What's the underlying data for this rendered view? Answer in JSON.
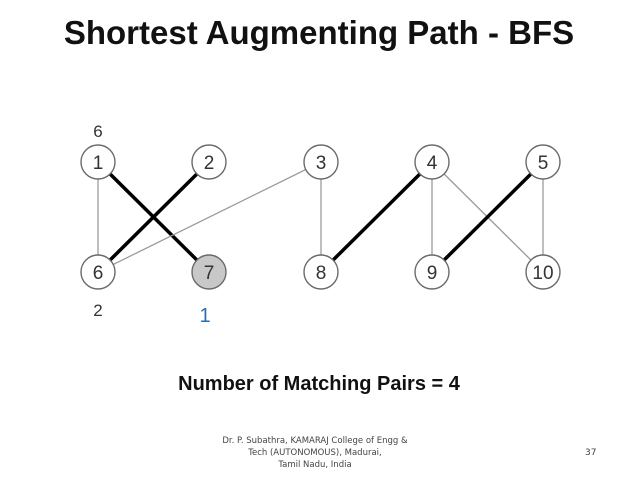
{
  "slide": {
    "title": "Shortest Augmenting Path - BFS",
    "caption": "Number of  Matching Pairs = 4",
    "footer_lines": [
      "Dr. P. Subathra, KAMARAJ College of Engg &",
      "Tech (AUTONOMOUS), Madurai,",
      "Tamil Nadu, India"
    ],
    "page_number": "37"
  },
  "graph": {
    "top_nodes": [
      "1",
      "2",
      "3",
      "4",
      "5"
    ],
    "bottom_nodes": [
      "6",
      "7",
      "8",
      "9",
      "10"
    ],
    "highlighted_node": "7",
    "labels": {
      "node_1_label": "6",
      "node_6_label": "2",
      "node_7_label": "1"
    },
    "edges": [
      {
        "from": "1",
        "to": "6",
        "style": "thin"
      },
      {
        "from": "1",
        "to": "7",
        "style": "matched"
      },
      {
        "from": "2",
        "to": "6",
        "style": "matched"
      },
      {
        "from": "3",
        "to": "6",
        "style": "thin"
      },
      {
        "from": "3",
        "to": "8",
        "style": "thin"
      },
      {
        "from": "4",
        "to": "8",
        "style": "matched"
      },
      {
        "from": "4",
        "to": "9",
        "style": "thin"
      },
      {
        "from": "4",
        "to": "10",
        "style": "thin"
      },
      {
        "from": "5",
        "to": "9",
        "style": "matched"
      },
      {
        "from": "5",
        "to": "10",
        "style": "thin"
      }
    ],
    "colors": {
      "node_fill": "#ffffff",
      "highlight_fill": "#c8c8c8",
      "matched_edge": "#000000",
      "thin_edge": "#9a9a9a",
      "accent_label": "#2e6fb0"
    }
  }
}
